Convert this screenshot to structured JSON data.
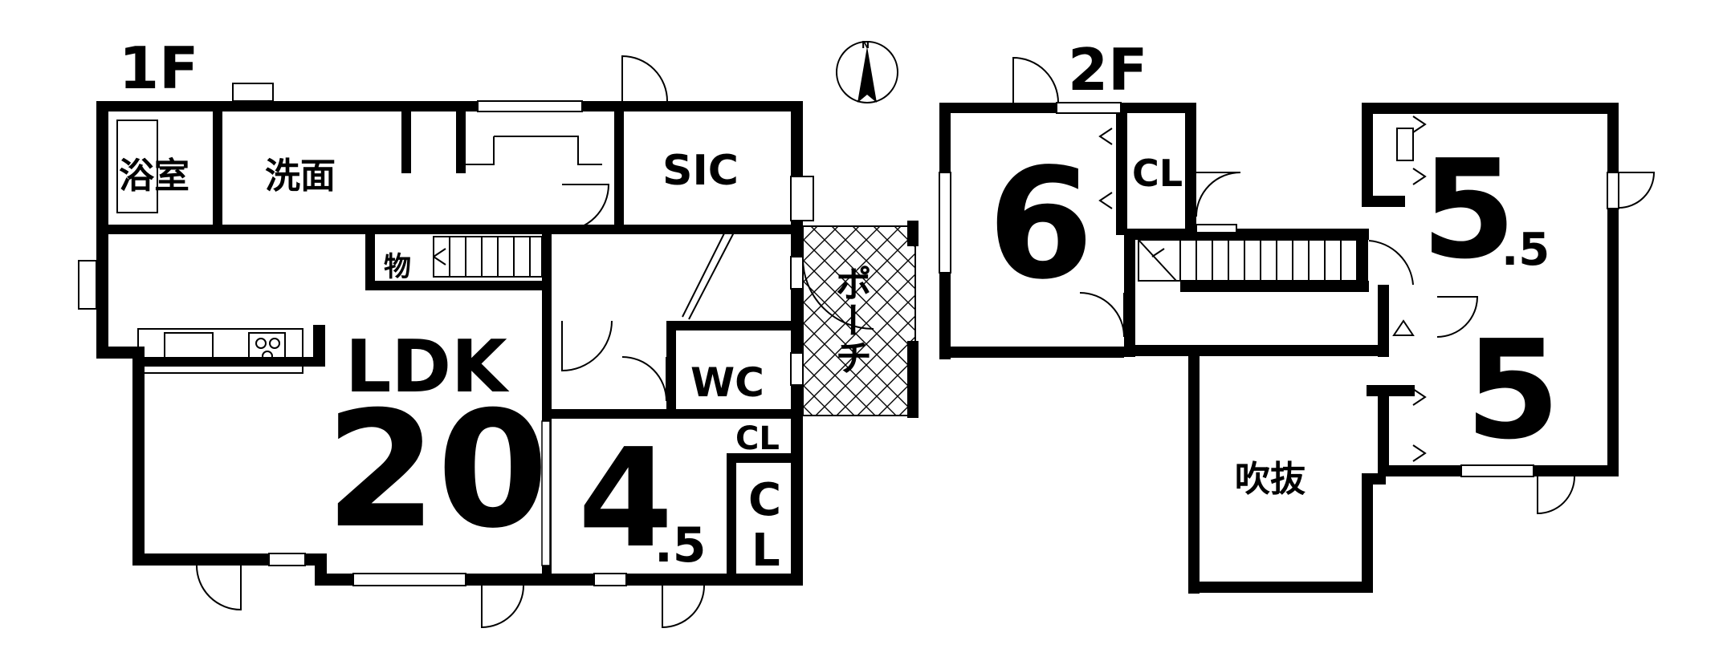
{
  "floors": {
    "first": {
      "title": "1F",
      "rooms": {
        "bath": "浴室",
        "wash": "洗面",
        "sic": "SIC",
        "storage": "物",
        "ldk": "LDK",
        "ldk_size": "20",
        "wc": "WC",
        "porch": "ポーチ",
        "cl_small": "CL",
        "room_size": "4",
        "room_size_fraction": ".5",
        "cl_tall_top": "C",
        "cl_tall_bottom": "L"
      }
    },
    "second": {
      "title": "2F",
      "rooms": {
        "room6": "6",
        "cl": "CL",
        "room55": "5",
        "room55_fraction": ".5",
        "room5": "5",
        "void": "吹抜"
      }
    }
  },
  "compass": {
    "north": "N"
  }
}
